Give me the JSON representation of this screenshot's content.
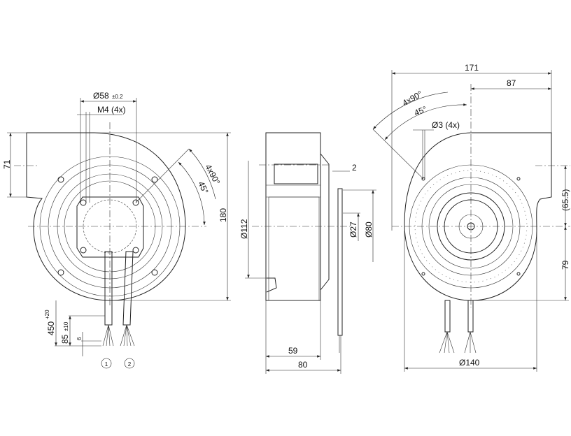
{
  "views": {
    "front": {
      "dims": {
        "d58": "Ø58",
        "d58_tol": "±0.2",
        "m4": "M4 (4x)",
        "h71": "71",
        "h180": "180",
        "ang_4x90": "4x90°",
        "ang_45": "45°",
        "len450": "450",
        "len450_tol": "+20",
        "len85": "85",
        "len85_tol": "±10",
        "len6": "6"
      },
      "cables": [
        "1",
        "2"
      ]
    },
    "side": {
      "dims": {
        "d112": "Ø112",
        "w2": "2",
        "d27": "Ø27",
        "d80": "Ø80",
        "w59": "59",
        "w80": "80"
      }
    },
    "rear": {
      "dims": {
        "w171": "171",
        "w87": "87",
        "ang_4x90": "4x90°",
        "ang_45": "45°",
        "d3": "Ø3 (4x)",
        "h65": "(65.5)",
        "h79": "79",
        "d140": "Ø140"
      }
    }
  }
}
